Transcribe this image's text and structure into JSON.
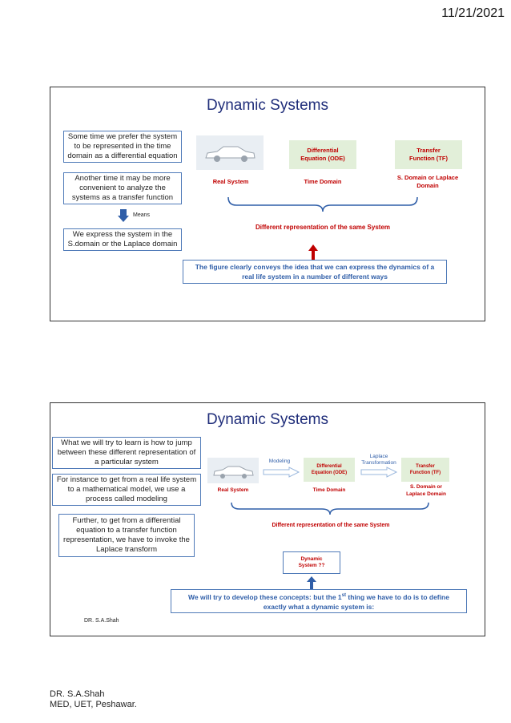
{
  "header": {
    "date": "11/21/2021"
  },
  "slide1": {
    "title": "Dynamic Systems",
    "notes": [
      "Some time we prefer the system to be represented in the time domain as a differential equation",
      "Another time it may be more convenient to analyze the systems as a transfer function",
      "We express the system in the S.domain or the Laplace domain"
    ],
    "means_label": "Means",
    "ode_box": "Differential Equation (ODE)",
    "tf_box": "Transfer Function (TF)",
    "real_system": "Real System",
    "time_domain": "Time Domain",
    "s_domain": "S. Domain or Laplace Domain",
    "different_representation": "Different representation of the same System",
    "conclusion": "The figure clearly conveys the idea that we can express the dynamics of a real life system in a number of different ways"
  },
  "slide2": {
    "title": "Dynamic Systems",
    "notes": [
      "What we will try to learn is how to jump between these different representation of a particular system",
      "For instance to get from a real life system to a mathematical model, we use a process called modeling",
      "Further, to get from a differential equation to a transfer function representation, we have to invoke the Laplace transform"
    ],
    "modeling_label": "Modeling",
    "laplace_label": "Laplace Transformation",
    "ode_box": "Differential Equation (ODE)",
    "tf_box": "Transfer Function (TF)",
    "real_system": "Real System",
    "time_domain": "Time Domain",
    "s_domain": "S. Domain or Laplace Domain",
    "different_representation": "Different representation of the same System",
    "dynamic_system_box": "Dynamic System ??",
    "conclusion_pre": "We will try to develop these concepts: but the 1",
    "conclusion_sup": "st",
    "conclusion_post": " thing we have to do is to define exactly what a dynamic system is:",
    "author": "DR. S.A.Shah"
  },
  "footer": {
    "line1": "DR. S.A.Shah",
    "line2": "MED, UET, Peshawar."
  },
  "colors": {
    "title": "#1f2d7a",
    "red": "#c00000",
    "blue_border": "#4f7ab8",
    "green_fill": "#e2efd9",
    "arrow_blue": "#2f5ea8"
  }
}
